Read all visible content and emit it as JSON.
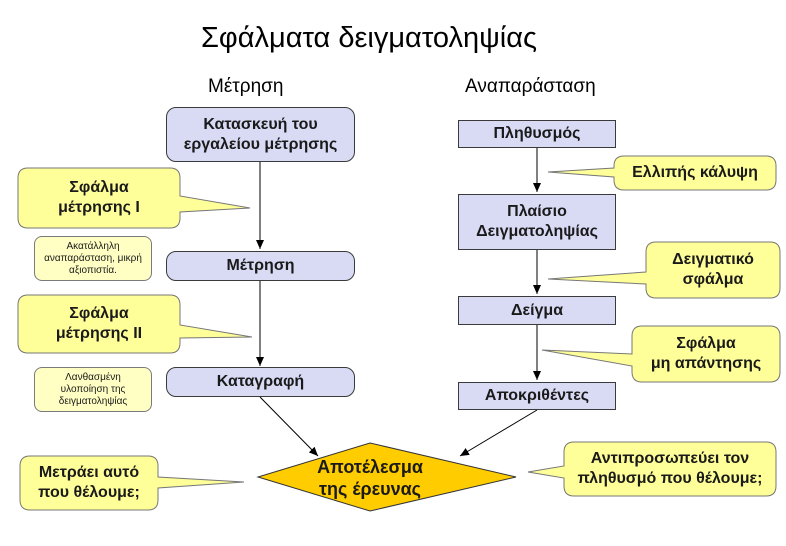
{
  "title": "Σφάλματα δειγματοληψίας",
  "left_column": {
    "heading": "Μέτρηση",
    "boxes": [
      "Κατασκευή του εργαλείου μέτρησης",
      "Μέτρηση",
      "Καταγραφή"
    ],
    "callouts": [
      "Σφάλμα\nμέτρησης Ι",
      "Σφάλμα\nμέτρησης ΙΙ"
    ],
    "notes": [
      "Ακατάλληλη αναπαράσταση, μικρή αξιοπιστία.",
      "Λανθασμένη υλοποίηση της δειγματοληψίας"
    ]
  },
  "right_column": {
    "heading": "Αναπαράσταση",
    "boxes": [
      "Πληθυσμός",
      "Πλαίσιο Δειγματοληψίας",
      "Δείγμα",
      "Αποκριθέντες"
    ],
    "callouts": [
      "Ελλιπής κάλυψη",
      "Δειγματικό\nσφάλμα",
      "Σφάλμα\nμη απάντησης"
    ]
  },
  "result": "Αποτέλεσμα\nτης έρευνας",
  "bottom_callouts": [
    "Μετράει αυτό\nπου θέλουμε;",
    "Αντιπροσωπεύει τον\nπληθυσμό που θέλουμε;"
  ],
  "colors": {
    "box_fill": "#d9dbf5",
    "callout_fill": "#ffff99",
    "diamond_fill": "#ffcc00",
    "note_fill": "#ffffc4"
  }
}
